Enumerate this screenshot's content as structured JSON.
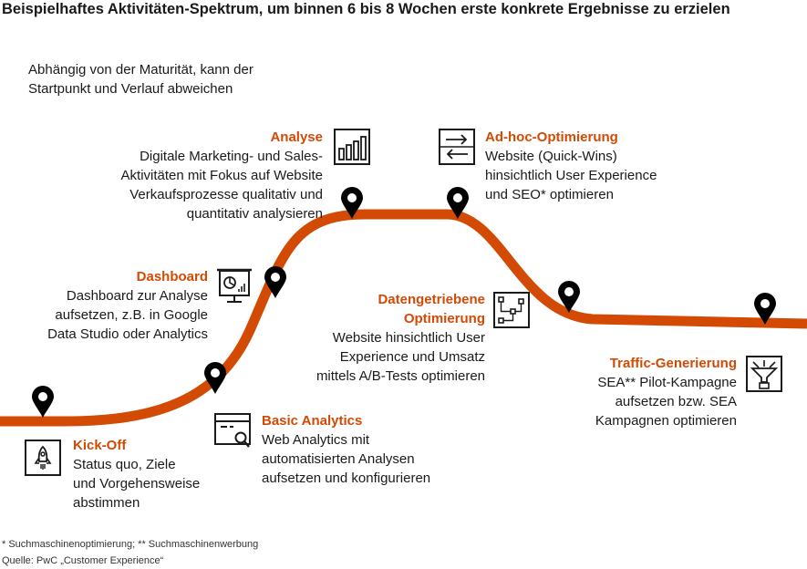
{
  "title": "Beispielhaftes Aktivitäten-Spektrum, um binnen 6 bis 8 Wochen erste konkrete Ergebnisse zu erzielen",
  "intro": [
    "Abhängig von der Maturität, kann der",
    "Startpunkt und Verlauf abweichen"
  ],
  "colors": {
    "accent": "#d24a04",
    "text": "#1a1a1a",
    "pin": "#000000"
  },
  "steps": {
    "kickoff": {
      "title": "Kick-Off",
      "text": "Status quo, Ziele\nund Vorgehensweise\nabstimmen",
      "icon": "rocket-icon"
    },
    "basic_analytics": {
      "title": "Basic Analytics",
      "text": "Web Analytics mit\nautomatisierten Analysen\naufsetzen und konfigurieren",
      "icon": "browser-search-icon"
    },
    "dashboard": {
      "title": "Dashboard",
      "text": "Dashboard zur Analyse\naufsetzen, z.B. in Google\nData Studio oder Analytics",
      "icon": "presentation-board-icon"
    },
    "analyse": {
      "title": "Analyse",
      "text": "Digitale Marketing- und Sales-\nAktivitäten mit Fokus auf Website\nVerkaufsprozesse qualitativ und\nquantitativ analysieren",
      "icon": "bar-chart-icon"
    },
    "adhoc": {
      "title": "Ad-hoc-Optimierung",
      "text": "Website (Quick-Wins)\nhinsichtlich User Experience\nund SEO* optimieren",
      "icon": "swap-arrows-icon"
    },
    "datengetrieben": {
      "title": "Datengetriebene\nOptimierung",
      "text": "Website hinsichtlich User\nExperience und Umsatz\nmittels A/B-Tests optimieren",
      "icon": "flowchart-icon"
    },
    "traffic": {
      "title": "Traffic-Generierung",
      "text": "SEA** Pilot-Kampagne\naufsetzen bzw. SEA\nKampagnen optimieren",
      "icon": "funnel-icon"
    }
  },
  "footnote": "* Suchmaschinenoptimierung; ** Suchmaschinenwerbung",
  "source": "Quelle: PwC „Customer Experience“"
}
